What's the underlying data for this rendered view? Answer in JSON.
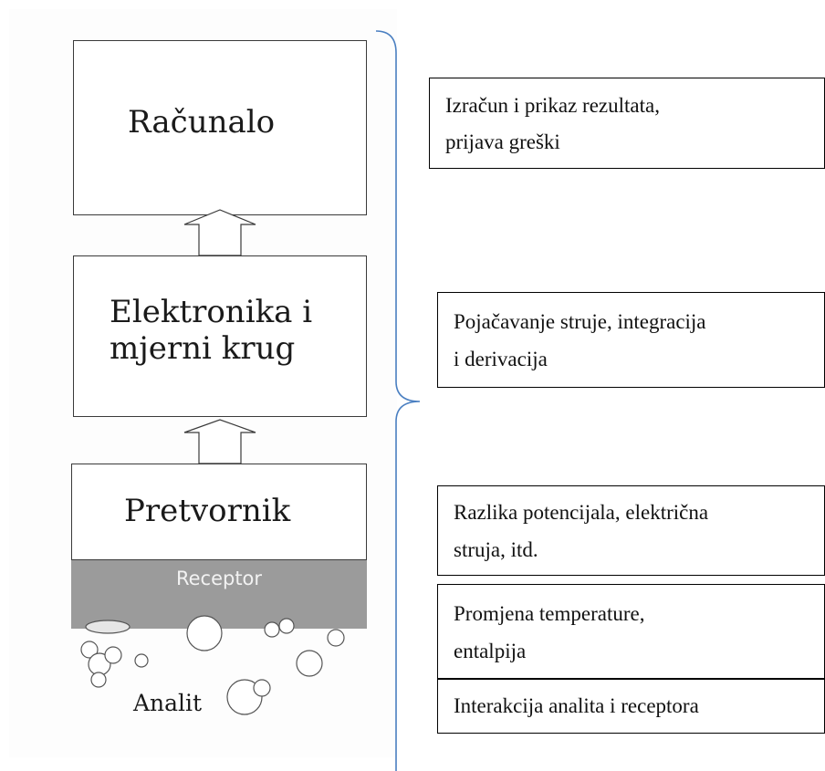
{
  "stack": {
    "computer_label": "Računalo",
    "electronics_label_line1": "Elektronika i",
    "electronics_label_line2": "mjerni krug",
    "transducer_label": "Pretvornik",
    "receptor_label": "Receptor",
    "analyte_label": "Analit"
  },
  "descriptions": {
    "computer_line1": "Izračun i prikaz rezultata,",
    "computer_line2": "prijava greški",
    "electronics_line1": "Pojačavanje struje, integracija",
    "electronics_line2": "i derivacija",
    "transducer_line1": "Razlika potencijala, električna",
    "transducer_line2": "struja, itd.",
    "receptor_line1": "Promjena temperature,",
    "receptor_line2": "entalpija",
    "analyte_line1": "Interakcija analita i receptora"
  },
  "colors": {
    "receptor_fill": "#9b9b9b",
    "bracket": "#4a7fc1",
    "border": "#3a3a3a"
  }
}
